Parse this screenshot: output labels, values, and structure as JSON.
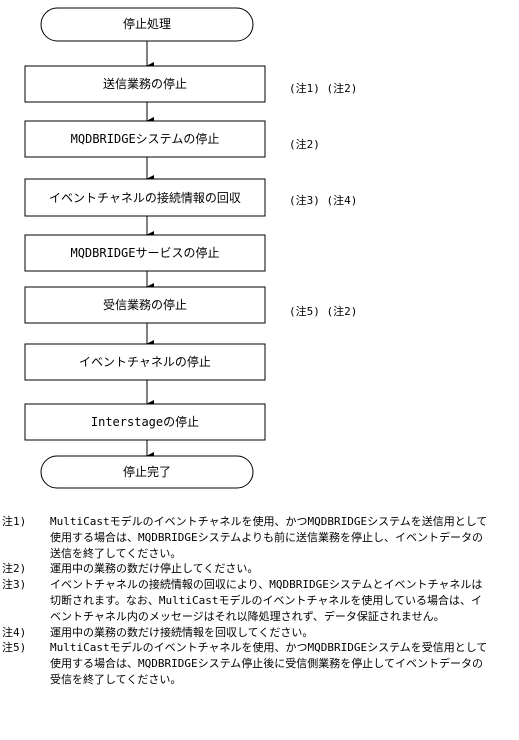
{
  "flowchart": {
    "start": "停止処理",
    "end": "停止完了",
    "steps": [
      {
        "label": "送信業務の停止",
        "notes": "(注1) (注2)"
      },
      {
        "label": "MQDBRIDGEシステムの停止",
        "notes": "(注2)"
      },
      {
        "label": "イベントチャネルの接続情報の回収",
        "notes": "(注3) (注4)"
      },
      {
        "label": "MQDBRIDGEサービスの停止",
        "notes": ""
      },
      {
        "label": "受信業務の停止",
        "notes": "(注5) (注2)"
      },
      {
        "label": "イベントチャネルの停止",
        "notes": ""
      },
      {
        "label": "Interstageの停止",
        "notes": ""
      }
    ]
  },
  "notes": [
    {
      "label": "注1)",
      "text": "MultiCastモデルのイベントチャネルを使用、かつMQDBRIDGEシステムを送信用として使用する場合は、MQDBRIDGEシステムよりも前に送信業務を停止し、イベントデータの送信を終了してください。"
    },
    {
      "label": "注2)",
      "text": "運用中の業務の数だけ停止してください。"
    },
    {
      "label": "注3)",
      "text": "イベントチャネルの接続情報の回収により、MQDBRIDGEシステムとイベントチャネルは切断されます。なお、MultiCastモデルのイベントチャネルを使用している場合は、イベントチャネル内のメッセージはそれ以降処理されず、データ保証されません。"
    },
    {
      "label": "注4)",
      "text": "運用中の業務の数だけ接続情報を回収してください。"
    },
    {
      "label": "注5)",
      "text": "MultiCastモデルのイベントチャネルを使用、かつMQDBRIDGEシステムを受信用として使用する場合は、MQDBRIDGEシステム停止後に受信側業務を停止してイベントデータの受信を終了してください。"
    }
  ]
}
